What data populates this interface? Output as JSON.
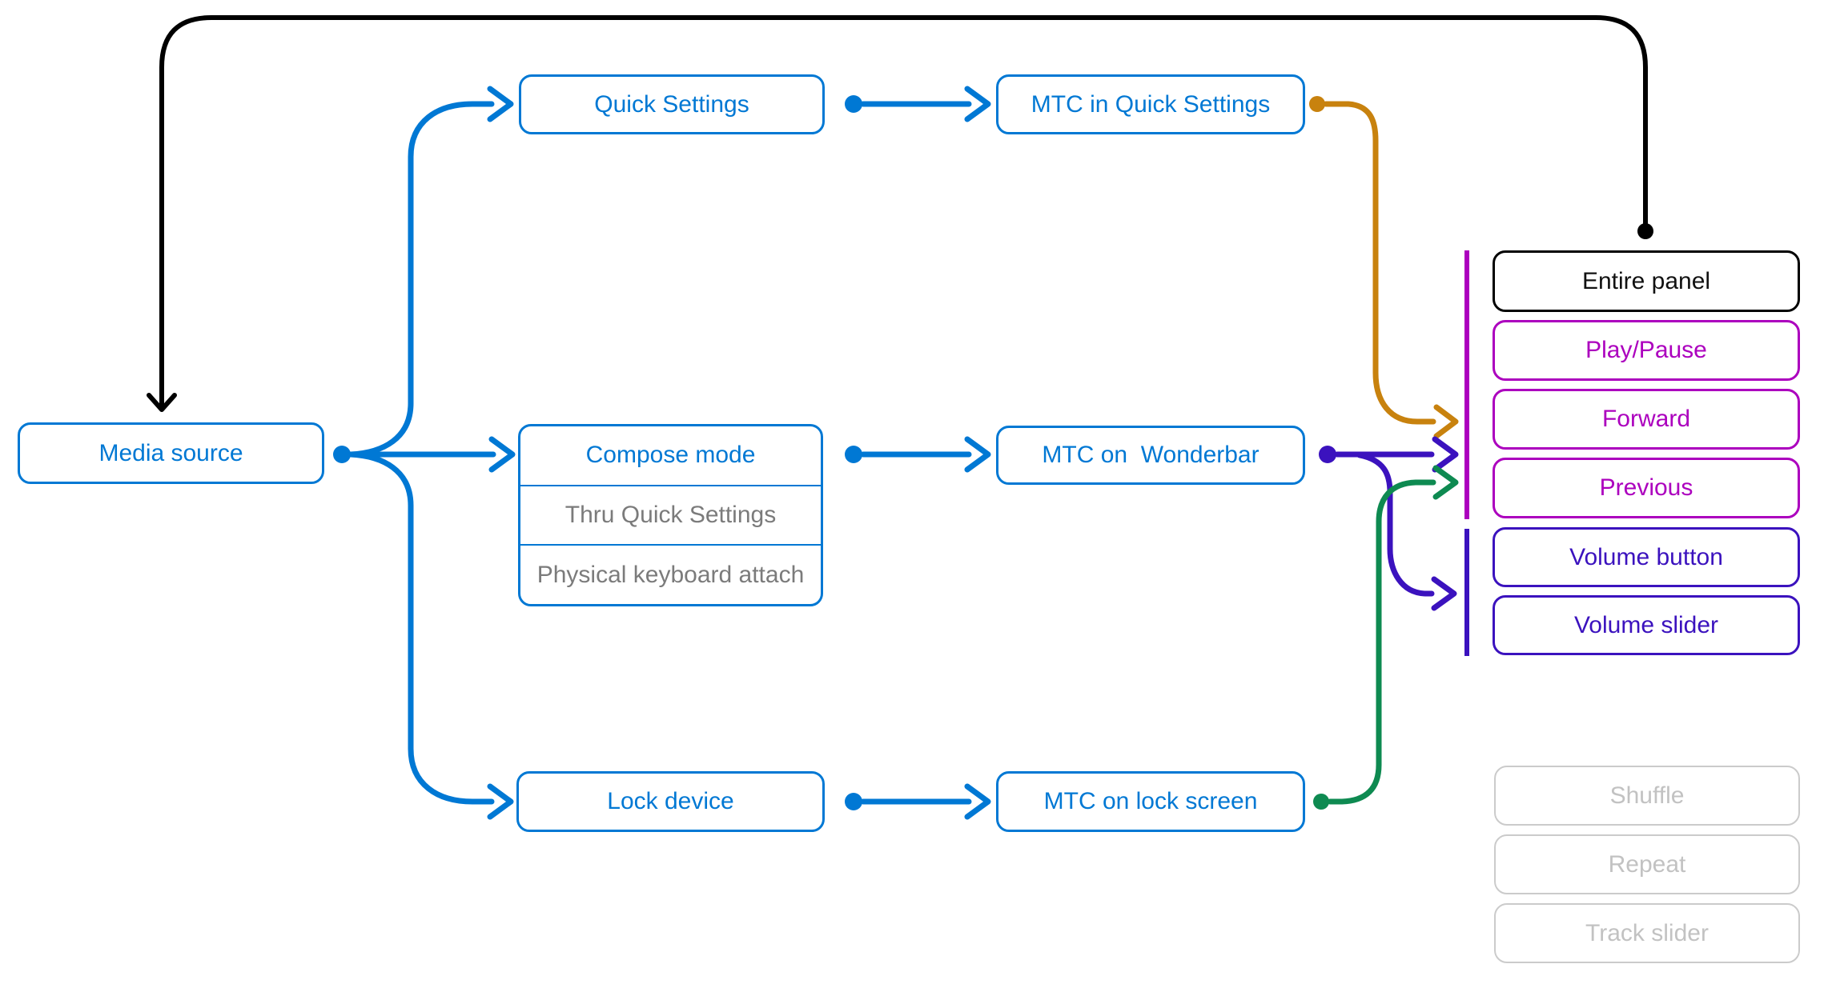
{
  "palette": {
    "blue": "#0078D4",
    "black": "#000000",
    "orange": "#C8820E",
    "magenta": "#AC00BE",
    "indigo": "#3B12BE",
    "green": "#0E8A51",
    "disabled_border": "#CBCBCB",
    "disabled_text": "#C2C2C2",
    "subrow_text": "#7B7B7B"
  },
  "nodes": {
    "media_source": {
      "label": "Media source"
    },
    "quick_settings": {
      "label": "Quick Settings"
    },
    "mtc_in_quick_settings": {
      "label": "MTC in Quick Settings"
    },
    "compose_mode": {
      "label": "Compose mode",
      "sub_items": [
        "Thru Quick Settings",
        "Physical keyboard attach"
      ]
    },
    "mtc_on_wonderbar": {
      "label": "MTC on  Wonderbar"
    },
    "lock_device": {
      "label": "Lock device"
    },
    "mtc_on_lock_screen": {
      "label": "MTC on lock screen"
    }
  },
  "panel": {
    "items": [
      {
        "label": "Entire panel",
        "style": "black"
      },
      {
        "label": "Play/Pause",
        "style": "magenta"
      },
      {
        "label": "Forward",
        "style": "magenta"
      },
      {
        "label": "Previous",
        "style": "magenta"
      },
      {
        "label": "Volume button",
        "style": "indigo"
      },
      {
        "label": "Volume slider",
        "style": "indigo"
      },
      {
        "label": "Shuffle",
        "style": "disabled"
      },
      {
        "label": "Repeat",
        "style": "disabled"
      },
      {
        "label": "Track slider",
        "style": "disabled"
      }
    ]
  }
}
